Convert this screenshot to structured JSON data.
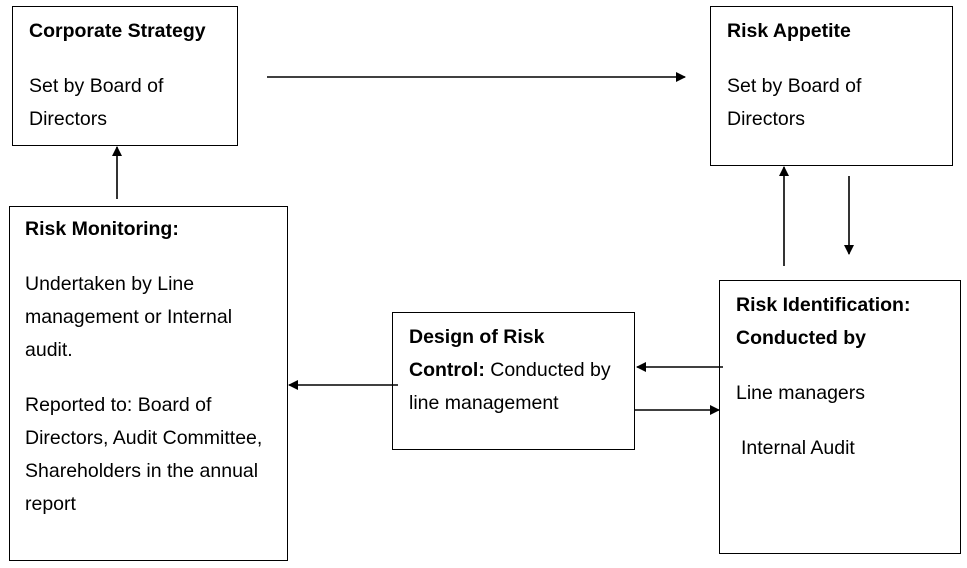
{
  "boxes": {
    "corporate_strategy": {
      "title": "Corporate Strategy",
      "body": "Set by Board of Directors"
    },
    "risk_appetite": {
      "title": "Risk Appetite",
      "body": "Set by Board of Directors"
    },
    "risk_monitoring": {
      "title": "Risk Monitoring:",
      "body1": "Undertaken by Line management or Internal audit.",
      "body2": "Reported to: Board of Directors, Audit Committee, Shareholders in the annual report"
    },
    "design_of_risk_control": {
      "title": "Design of Risk Control:",
      "body": "Conducted by line management"
    },
    "risk_identification": {
      "title": "Risk Identification: Conducted by",
      "item1": "Line managers",
      "item2": "Internal Audit"
    }
  },
  "colors": {
    "line": "#000000",
    "background": "#ffffff"
  }
}
